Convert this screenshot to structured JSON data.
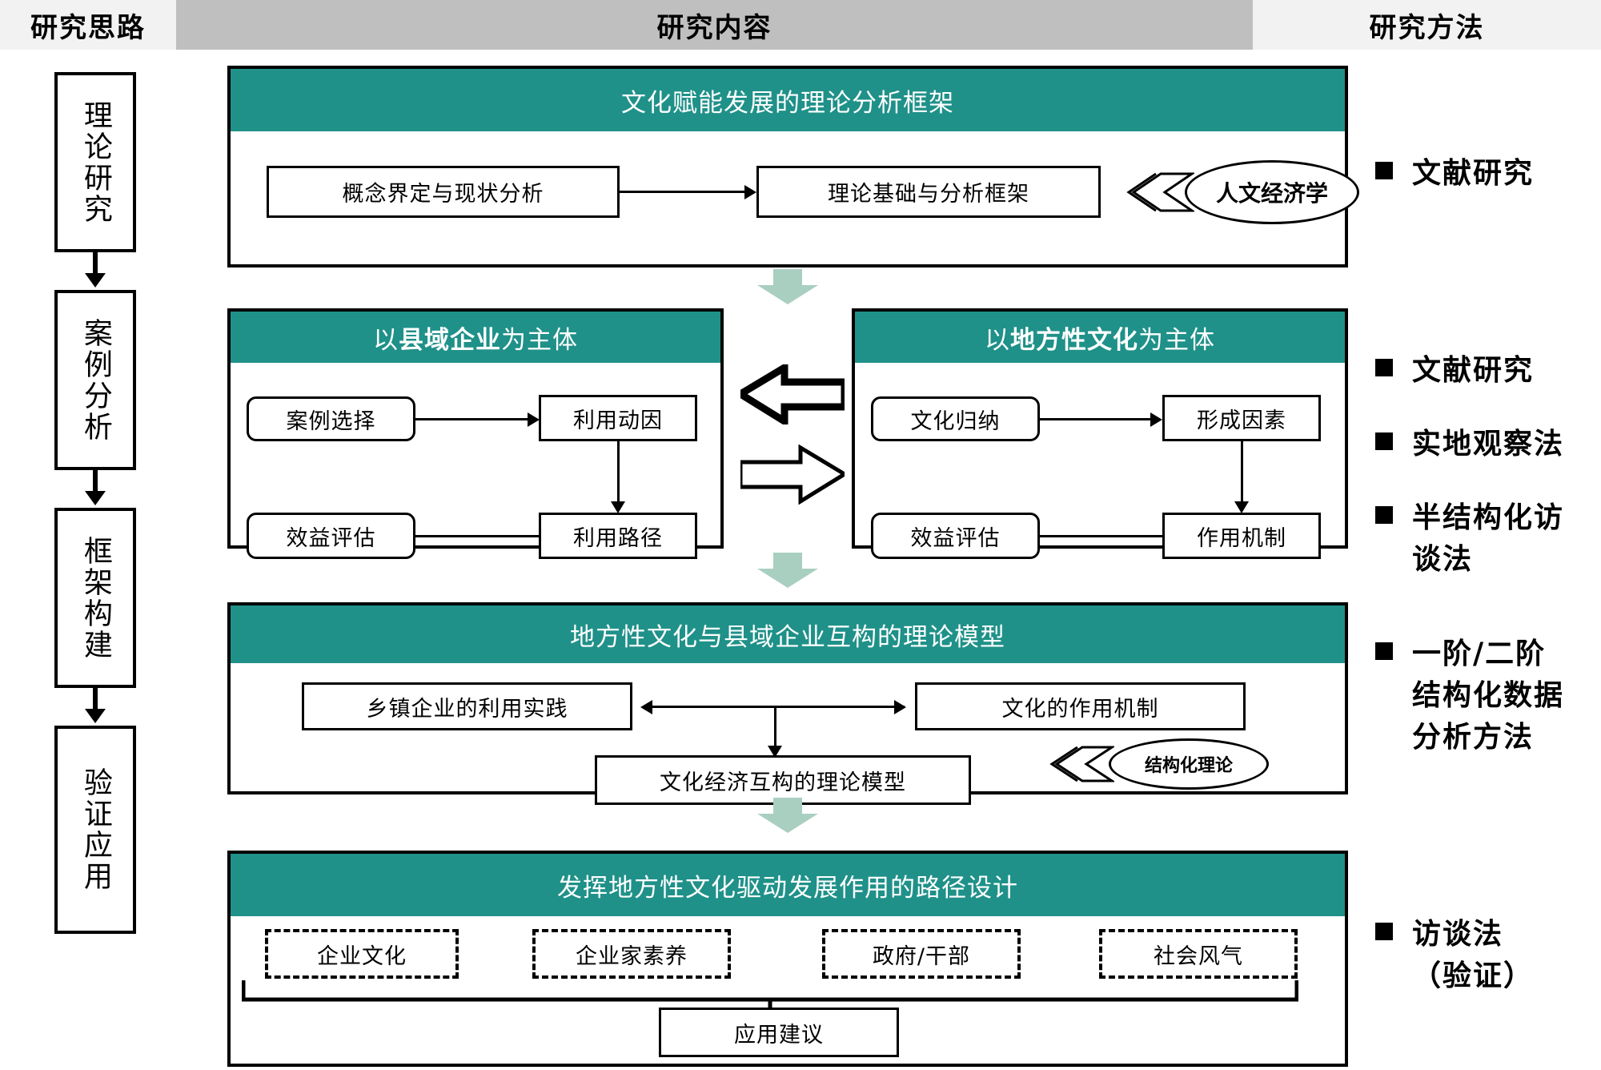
{
  "header": {
    "left": "研究思路",
    "middle": "研究内容",
    "right": "研究方法"
  },
  "stages": [
    {
      "label": "理论研究"
    },
    {
      "label": "案例分析"
    },
    {
      "label": "框架构建"
    },
    {
      "label": "验证应用"
    }
  ],
  "sections": {
    "theory": {
      "title": "文化赋能发展的理论分析框架",
      "nodes": {
        "concept": "概念界定与现状分析",
        "framework": "理论基础与分析框架"
      },
      "callout": "人文经济学"
    },
    "case_left": {
      "title_prefix": "以",
      "title_bold": "县域企业",
      "title_suffix": "为主体",
      "nodes": {
        "select": "案例选择",
        "motive": "利用动因",
        "path": "利用路径",
        "benefit": "效益评估"
      }
    },
    "case_right": {
      "title_prefix": "以",
      "title_bold": "地方性文化",
      "title_suffix": "为主体",
      "nodes": {
        "summary": "文化归纳",
        "factors": "形成因素",
        "mechanism": "作用机制",
        "benefit": "效益评估"
      }
    },
    "model": {
      "title": "地方性文化与县域企业互构的理论模型",
      "nodes": {
        "practice": "乡镇企业的利用实践",
        "culture_mechanism": "文化的作用机制",
        "theory_model": "文化经济互构的理论模型"
      },
      "callout": "结构化理论"
    },
    "application": {
      "title": "发挥地方性文化驱动发展作用的路径设计",
      "dashed_nodes": [
        "企业文化",
        "企业家素养",
        "政府/干部",
        "社会风气"
      ],
      "suggestion": "应用建议"
    }
  },
  "methods": [
    {
      "text": "文献研究"
    },
    {
      "text": "文献研究"
    },
    {
      "text": "实地观察法"
    },
    {
      "text": "半结构化访\n谈法"
    },
    {
      "text": "一阶/二阶\n结构化数据\n分析方法"
    },
    {
      "text": "访谈法\n（验证）"
    }
  ],
  "colors": {
    "teal": "#1f9189",
    "gray_band": "#bfbfbf",
    "light_band": "#f2f2f2",
    "green_connector": "#a9cfc1"
  }
}
